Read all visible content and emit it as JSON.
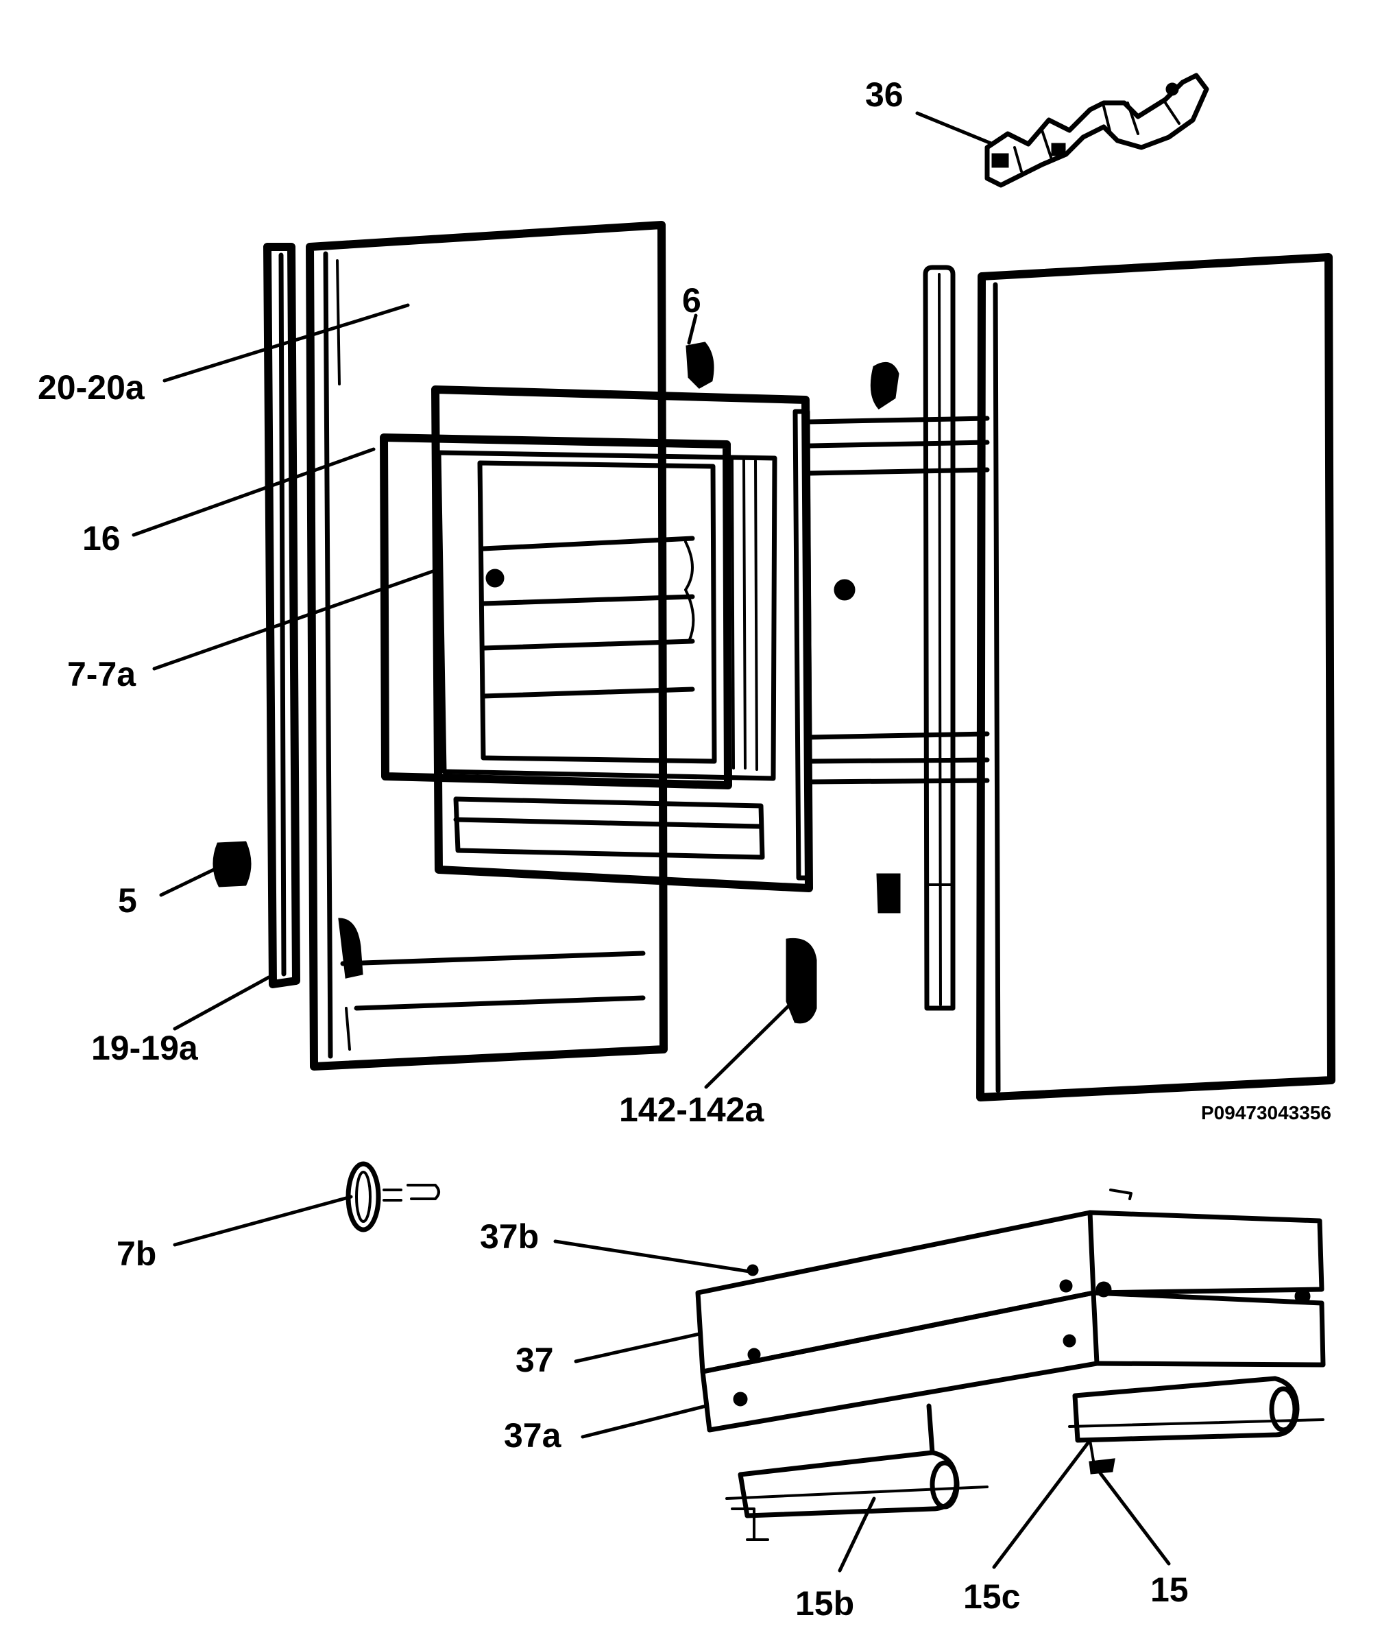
{
  "diagram": {
    "drawing_code": "P09473043356",
    "labels": {
      "p36": "36",
      "p6": "6",
      "p20_20a": "20-20a",
      "p16": "16",
      "p7_7a": "7-7a",
      "p5": "5",
      "p19_19a": "19-19a",
      "p142_142a": "142-142a",
      "p7b": "7b",
      "p37b": "37b",
      "p37": "37",
      "p37a": "37a",
      "p15b": "15b",
      "p15c": "15c",
      "p15": "15"
    }
  }
}
